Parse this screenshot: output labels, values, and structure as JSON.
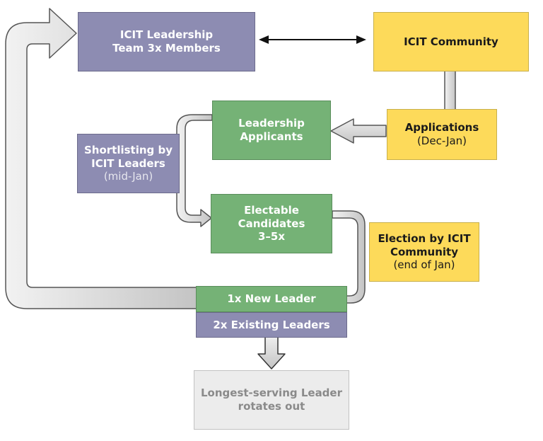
{
  "diagram": {
    "nodes": {
      "leadership_team": {
        "lines": [
          "ICIT Leadership",
          "Team 3x Members"
        ]
      },
      "community": {
        "lines": [
          "ICIT Community"
        ]
      },
      "applications": {
        "title": "Applications",
        "subtitle": "(Dec-Jan)"
      },
      "leadership_applicants": {
        "lines": [
          "Leadership",
          "Applicants"
        ]
      },
      "shortlisting": {
        "lines": [
          "Shortlisting by",
          "ICIT Leaders"
        ],
        "subtitle": "(mid-Jan)"
      },
      "electable_candidates": {
        "lines": [
          "Electable",
          "Candidates",
          "3–5x"
        ]
      },
      "election": {
        "lines": [
          "Election by ICIT",
          "Community"
        ],
        "subtitle": "(end of Jan)"
      },
      "new_leader": {
        "label": "1x New Leader"
      },
      "existing_leaders": {
        "label": "2x Existing Leaders"
      },
      "rotates_out": {
        "lines": [
          "Longest-serving Leader",
          "rotates out"
        ]
      }
    },
    "connections": [
      {
        "from": "leadership_team",
        "to": "community",
        "type": "bidirectional-line"
      },
      {
        "from": "community",
        "to": "applications",
        "type": "connector"
      },
      {
        "from": "applications",
        "to": "leadership_applicants",
        "type": "block-arrow"
      },
      {
        "from": "leadership_applicants",
        "to": "electable_candidates",
        "type": "curved-block-arrow"
      },
      {
        "from": "electable_candidates",
        "to": "new_leader",
        "type": "curved-block-arrow"
      },
      {
        "from": "new_leader",
        "to": "leadership_team",
        "type": "loop-block-arrow"
      },
      {
        "from": "existing_leaders",
        "to": "rotates_out",
        "type": "block-arrow"
      }
    ],
    "colors": {
      "purple": "#8d8cb2",
      "green": "#75b276",
      "yellow": "#fdda5a",
      "grey": "#ececec",
      "arrow_fill": "#d8d8d8",
      "arrow_stroke": "#555555"
    }
  }
}
